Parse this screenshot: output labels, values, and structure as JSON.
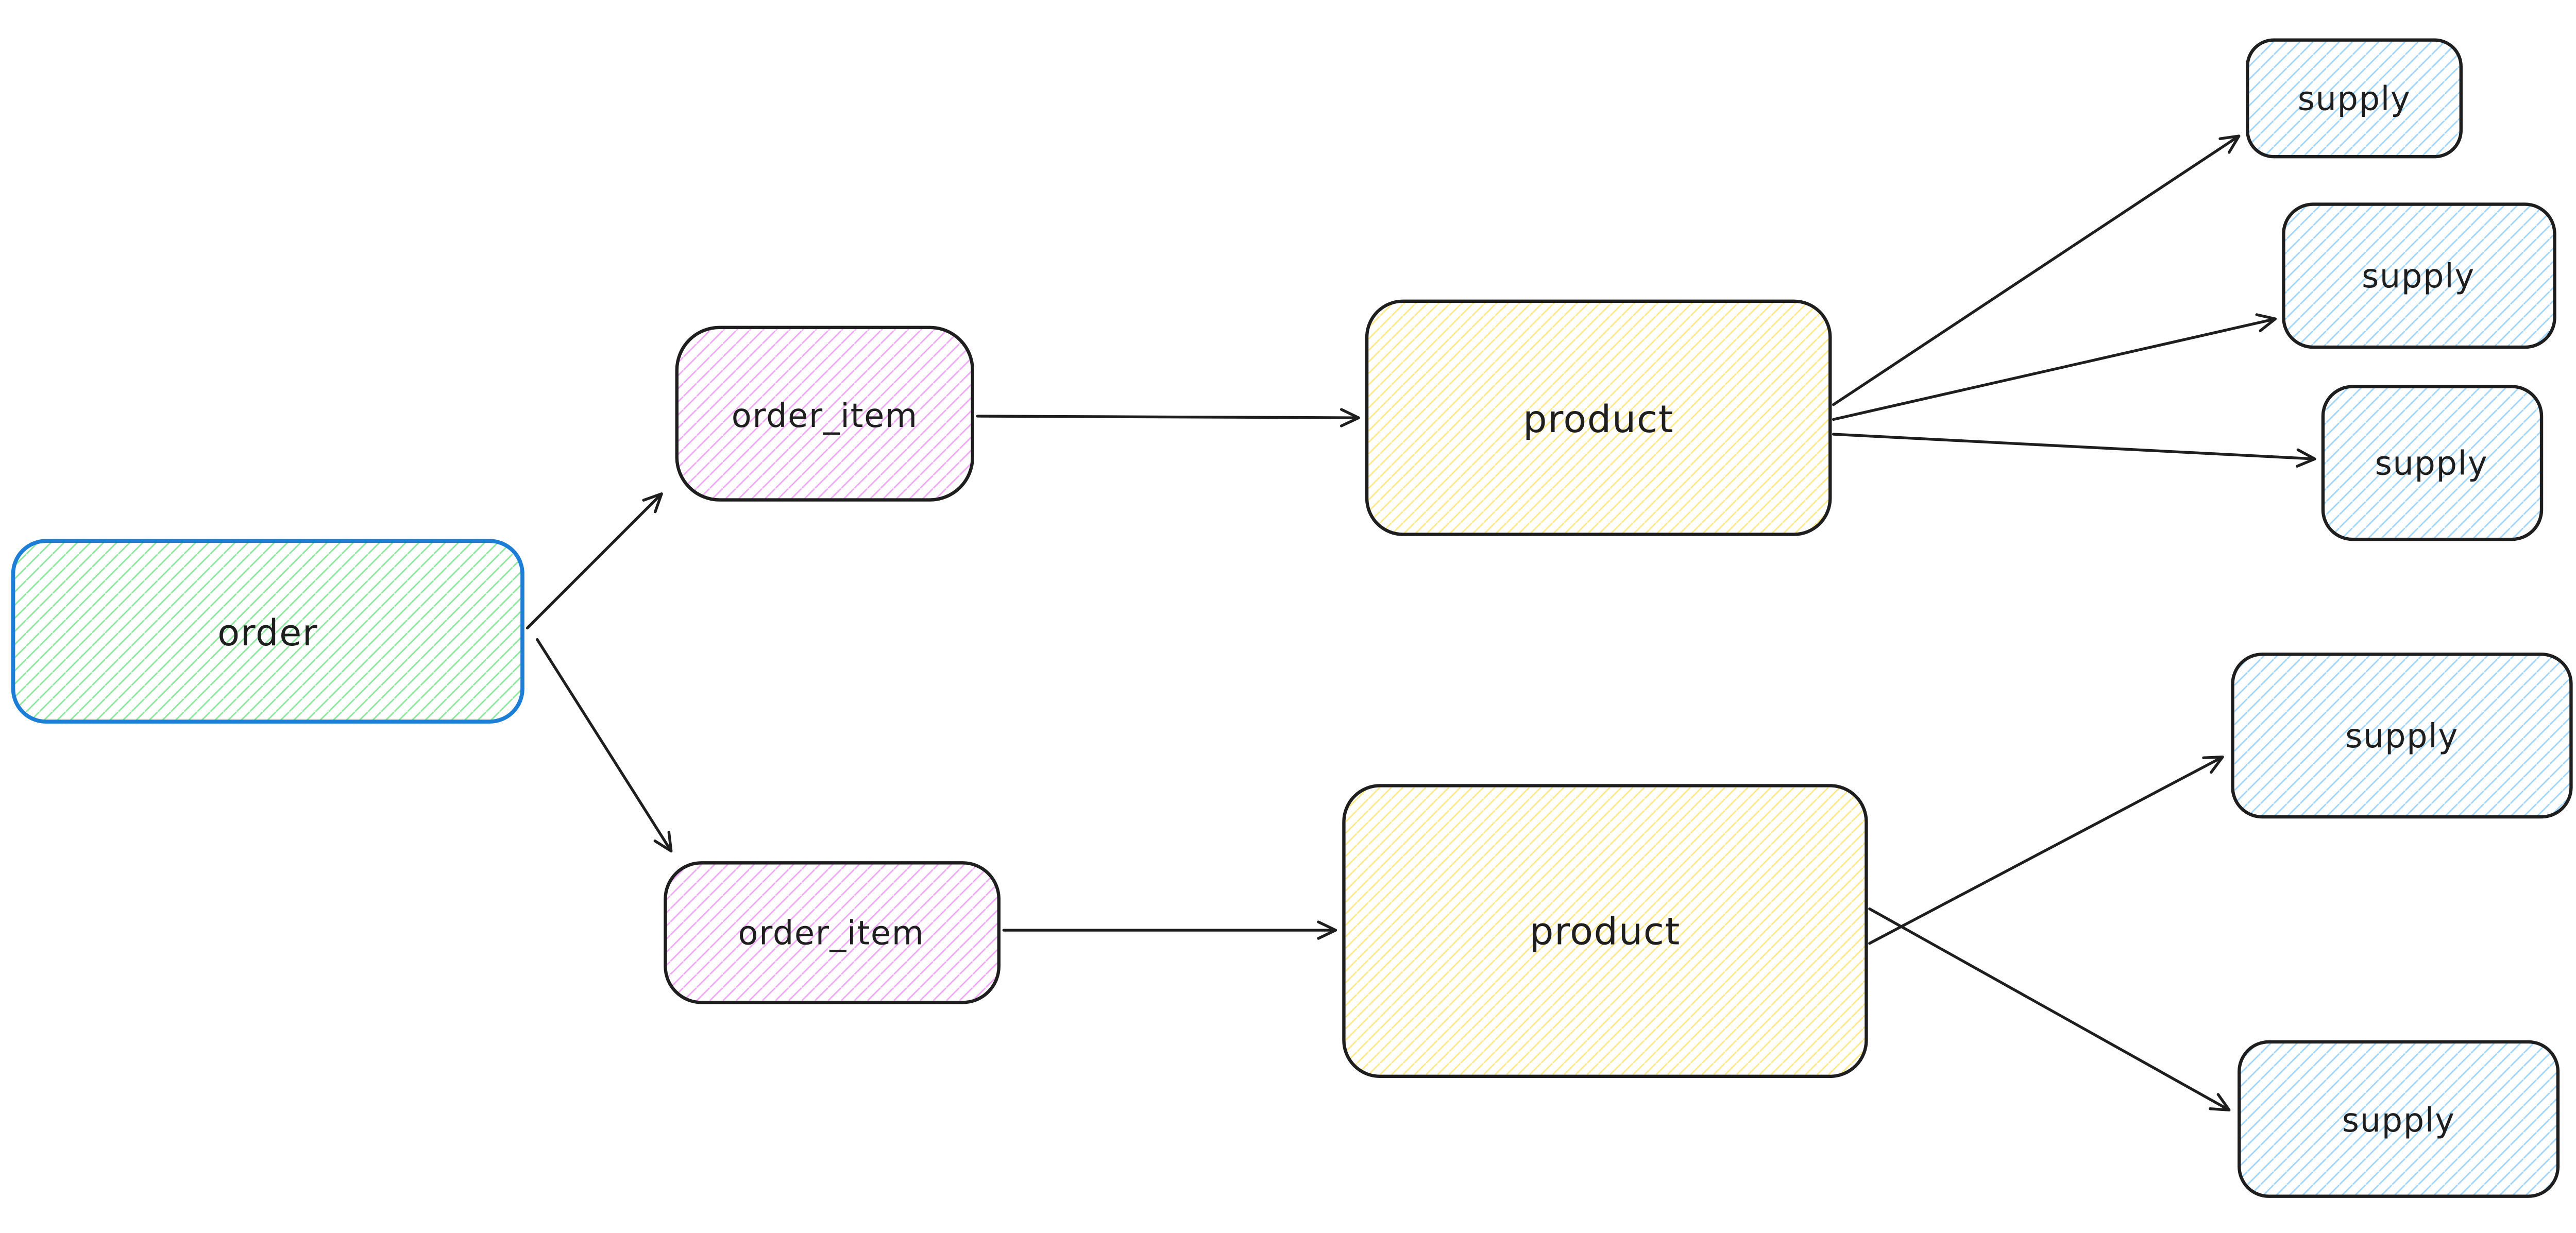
{
  "canvas": {
    "background": "#ffffff"
  },
  "colors": {
    "stroke_dark": "#1e1e1e",
    "stroke_blue": "#1c7ed6",
    "hatch_green": "#8fe69f",
    "hatch_violet": "#eeaaf4",
    "hatch_yellow": "#ffe88a",
    "hatch_blue": "#a3d5fb",
    "arrow": "#1e1e1e",
    "canvas_bg": "#ffffff"
  },
  "nodes": {
    "order": {
      "label": "order",
      "fill_color": "#8fe69f",
      "border_color": "#1c7ed6",
      "fill_style": "hachure"
    },
    "order_item_1": {
      "label": "order_item",
      "fill_color": "#eeaaf4",
      "border_color": "#1e1e1e",
      "fill_style": "hachure"
    },
    "order_item_2": {
      "label": "order_item",
      "fill_color": "#eeaaf4",
      "border_color": "#1e1e1e",
      "fill_style": "hachure"
    },
    "product_1": {
      "label": "product",
      "fill_color": "#ffe88a",
      "border_color": "#1e1e1e",
      "fill_style": "hachure"
    },
    "product_2": {
      "label": "product",
      "fill_color": "#ffe88a",
      "border_color": "#1e1e1e",
      "fill_style": "hachure"
    },
    "supply_1": {
      "label": "supply",
      "fill_color": "#a3d5fb",
      "border_color": "#1e1e1e",
      "fill_style": "hachure"
    },
    "supply_2": {
      "label": "supply",
      "fill_color": "#a3d5fb",
      "border_color": "#1e1e1e",
      "fill_style": "hachure"
    },
    "supply_3": {
      "label": "supply",
      "fill_color": "#a3d5fb",
      "border_color": "#1e1e1e",
      "fill_style": "hachure"
    },
    "supply_4": {
      "label": "supply",
      "fill_color": "#a3d5fb",
      "border_color": "#1e1e1e",
      "fill_style": "hachure"
    },
    "supply_5": {
      "label": "supply",
      "fill_color": "#a3d5fb",
      "border_color": "#1e1e1e",
      "fill_style": "hachure"
    }
  },
  "edges": [
    {
      "from": "order",
      "to": "order_item_1"
    },
    {
      "from": "order",
      "to": "order_item_2"
    },
    {
      "from": "order_item_1",
      "to": "product_1"
    },
    {
      "from": "order_item_2",
      "to": "product_2"
    },
    {
      "from": "product_1",
      "to": "supply_1"
    },
    {
      "from": "product_1",
      "to": "supply_2"
    },
    {
      "from": "product_1",
      "to": "supply_3"
    },
    {
      "from": "product_2",
      "to": "supply_4"
    },
    {
      "from": "product_2",
      "to": "supply_5"
    }
  ]
}
